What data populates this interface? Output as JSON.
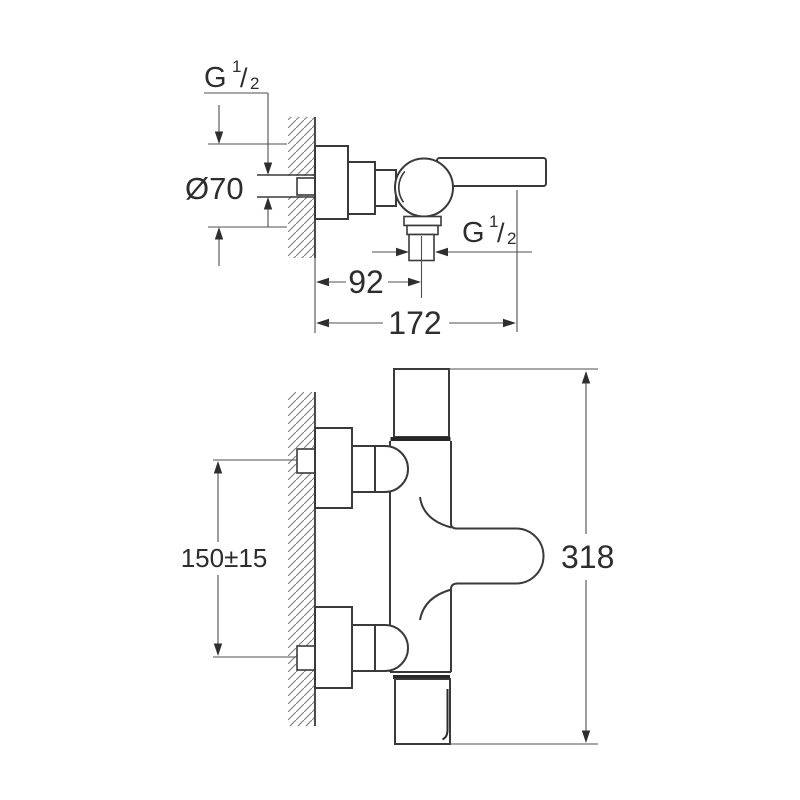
{
  "colors": {
    "background": "#ffffff",
    "outline": "#3a3a3a",
    "dimension_lines": "#4f4f4f",
    "hatch": "#7d7d7d",
    "text": "#2d2d2d"
  },
  "side_view": {
    "labels": {
      "thread_inlet": {
        "g": "G",
        "numerator": "1",
        "slash": "/",
        "denominator": "2"
      },
      "escutcheon_diameter": "Ø70",
      "outlet_offset": "92",
      "projection": "172",
      "thread_outlet": {
        "g": "G",
        "numerator": "1",
        "slash": "/",
        "denominator": "2"
      }
    }
  },
  "front_view": {
    "labels": {
      "connection_distance": "150±15",
      "total_height": "318"
    }
  }
}
